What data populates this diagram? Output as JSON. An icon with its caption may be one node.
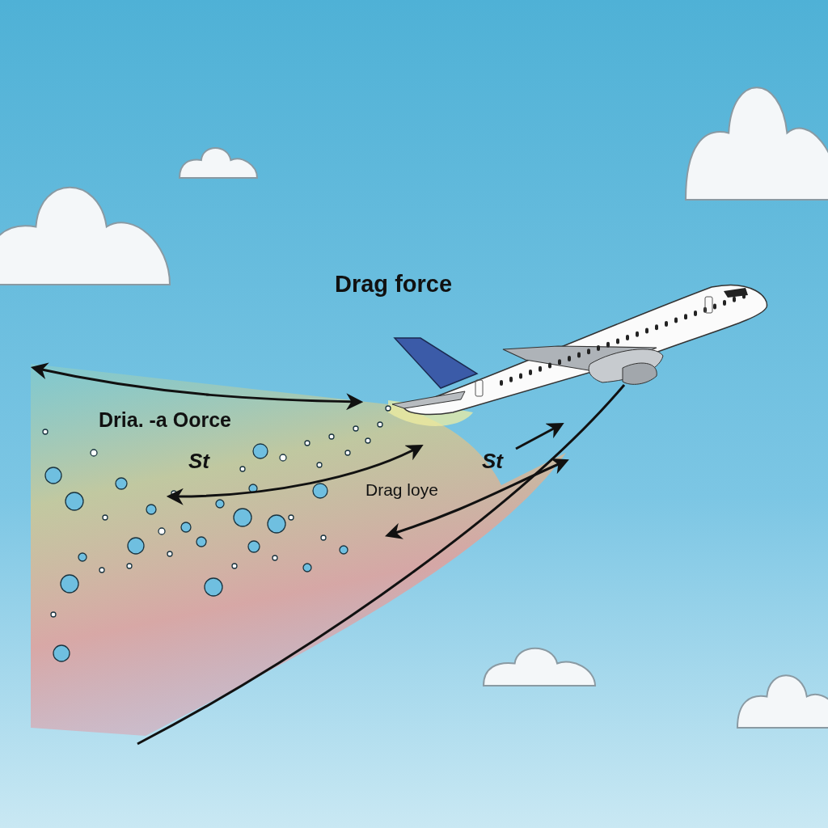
{
  "diagram": {
    "labels": [
      "Drag force",
      "Dria. -a Oorce",
      "St",
      "Drag loye",
      "St"
    ]
  }
}
